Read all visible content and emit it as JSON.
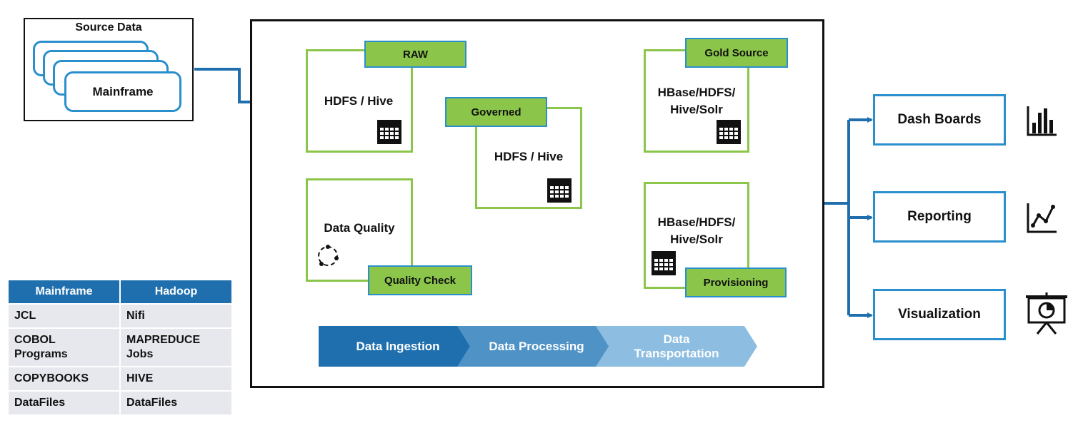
{
  "source": {
    "title": "Source Data",
    "item": "Mainframe"
  },
  "pipeline": {
    "raw": {
      "tag": "RAW",
      "label": "HDFS / Hive"
    },
    "quality": {
      "label": "Data Quality",
      "tag": "Quality Check"
    },
    "governed": {
      "tag": "Governed",
      "label": "HDFS / Hive"
    },
    "gold": {
      "tag": "Gold Source",
      "label_line1": "HBase/HDFS/",
      "label_line2": "Hive/Solr"
    },
    "provisioning": {
      "tag": "Provisioning",
      "label_line1": "HBase/HDFS/",
      "label_line2": "Hive/Solr"
    },
    "stages": [
      {
        "label": "Data Ingestion"
      },
      {
        "label": "Data Processing"
      },
      {
        "label_line1": "Data",
        "label_line2": "Transportation"
      }
    ]
  },
  "outputs": [
    {
      "label": "Dash Boards",
      "icon": "bar-chart-icon"
    },
    {
      "label": "Reporting",
      "icon": "line-chart-icon"
    },
    {
      "label": "Visualization",
      "icon": "presentation-icon"
    }
  ],
  "comparison": {
    "headers": [
      "Mainframe",
      "Hadoop"
    ],
    "rows": [
      {
        "mainframe": "JCL",
        "hadoop": "Nifi"
      },
      {
        "mainframe_line1": "COBOL",
        "mainframe_line2": "Programs",
        "hadoop_line1": "MAPREDUCE",
        "hadoop_line2": "Jobs"
      },
      {
        "mainframe": "COPYBOOKS",
        "hadoop": "HIVE"
      },
      {
        "mainframe": "DataFiles",
        "hadoop": "DataFiles"
      }
    ]
  },
  "colors": {
    "connector": "#1f6fae",
    "box_border_green": "#8bc54a",
    "tag_fill": "#8bc54a",
    "blue_border": "#2a8fcd",
    "chevron_dark": "#1f6fae",
    "chevron_mid": "#4f93c6",
    "chevron_light": "#8dbde0"
  }
}
